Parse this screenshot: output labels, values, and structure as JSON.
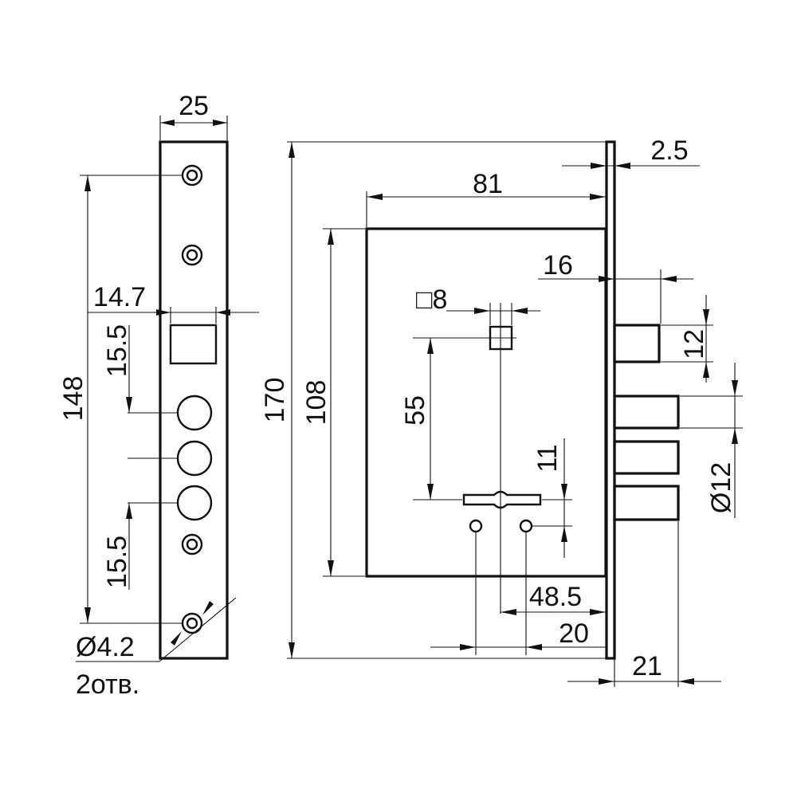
{
  "drawing": {
    "dimensions": {
      "faceplate_width": "25",
      "faceplate_hole_spacing": "148",
      "faceplate_square_width": "14.7",
      "faceplate_upper_offset": "15.5",
      "faceplate_lower_offset": "15.5",
      "mount_hole_diameter": "Ø4.2",
      "mount_hole_count": "2отв.",
      "total_height": "170",
      "faceplate_thickness": "2.5",
      "body_depth": "81",
      "body_height": "108",
      "bolt_projection": "16",
      "spindle_square": "□8",
      "spindle_to_keyhole": "55",
      "bolt_width": "12",
      "keyhole_offset": "11",
      "bolt_diameter": "Ø12",
      "backset_spindle": "48.5",
      "backset_holes": "20",
      "bolt_extension": "21"
    }
  }
}
